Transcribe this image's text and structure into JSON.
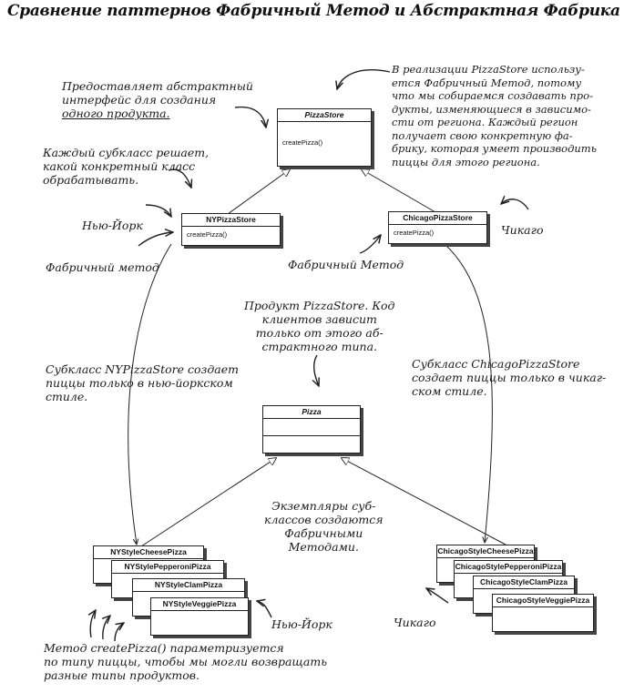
{
  "title": "Сравнение паттернов Фабричный Метод и Абстрактная Фабрика",
  "classes": {
    "pizza_store": {
      "name": "PizzaStore",
      "method": "createPizza()"
    },
    "ny_store": {
      "name": "NYPizzaStore",
      "method": "createPizza()"
    },
    "chicago_store": {
      "name": "ChicagoPizzaStore",
      "method": "createPizza()"
    },
    "pizza": {
      "name": "Pizza"
    },
    "ny_pizzas": [
      "NYStyleCheesePizza",
      "NYStylePepperoniPizza",
      "NYStyleClamPizza",
      "NYStyleVeggiePizza"
    ],
    "chicago_pizzas": [
      "ChicagoStyleCheesePizza",
      "ChicagoStylePepperoniPizza",
      "ChicagoStyleClamPizza",
      "ChicagoStyleVeggiePizza"
    ]
  },
  "notes": {
    "abstract_iface": [
      "Предоставляет абстрактный",
      "интерфейс для создания",
      "одного продукта."
    ],
    "subclass_decides": [
      "Каждый субкласс решает,",
      "какой конкретный класс",
      "обрабатывать."
    ],
    "pizzastore_impl": [
      "В реализации PizzaStore использу-",
      "ется Фабричный Метод, потому",
      "что мы собираемся создавать про-",
      "дукты, изменяющиеся в зависимо-",
      "сти от региона. Каждый регион",
      "получает свою конкретную фа-",
      "брику, которая умеет производить",
      "пиццы для этого региона."
    ],
    "ny_label": "Нью-Йорк",
    "chicago_label": "Чикаго",
    "factory_method_left": "Фабричный метод",
    "factory_method_right": "Фабричный Метод",
    "product": [
      "Продукт PizzaStore. Код",
      "клиентов зависит",
      "только от этого аб-",
      "страктного типа."
    ],
    "ny_subclass": [
      "Субкласс NYPizzaStore создает",
      "пиццы только в нью-йоркском",
      "стиле."
    ],
    "chicago_subclass": [
      "Субкласс ChicagoPizzaStore",
      "создает пиццы только в чикаг-",
      "ском стиле."
    ],
    "instances": [
      "Экземпляры суб-",
      "классов создаются",
      "Фабричными",
      "Методами."
    ],
    "ny_bottom": "Нью-Йорк",
    "chicago_bottom": "Чикаго",
    "parametrized": [
      "Метод createPizza() параметризуется",
      "по типу пиццы, чтобы мы могли возвращать",
      "разные типы продуктов."
    ]
  }
}
